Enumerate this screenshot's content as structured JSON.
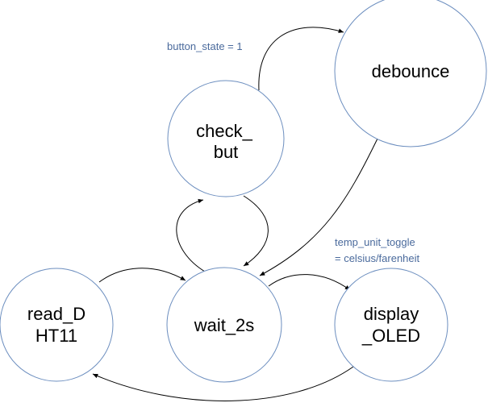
{
  "colors": {
    "state_border": "#6c8ebf",
    "edge": "#000000",
    "edge_label": "#4a6a9c"
  },
  "states": {
    "debounce": {
      "label": "debounce"
    },
    "check_but": {
      "label_line1": "check_",
      "label_line2": "but"
    },
    "read_dht11": {
      "label_line1": "read_D",
      "label_line2": "HT11"
    },
    "wait_2s": {
      "label": "wait_2s"
    },
    "display_oled": {
      "label_line1": "display",
      "label_line2": "_OLED"
    }
  },
  "transitions": {
    "check_to_debounce": {
      "label": "button_state = 1"
    },
    "wait_to_display": {
      "label_line1": "temp_unit_toggle",
      "label_line2": "= celsius/farenheit"
    }
  }
}
